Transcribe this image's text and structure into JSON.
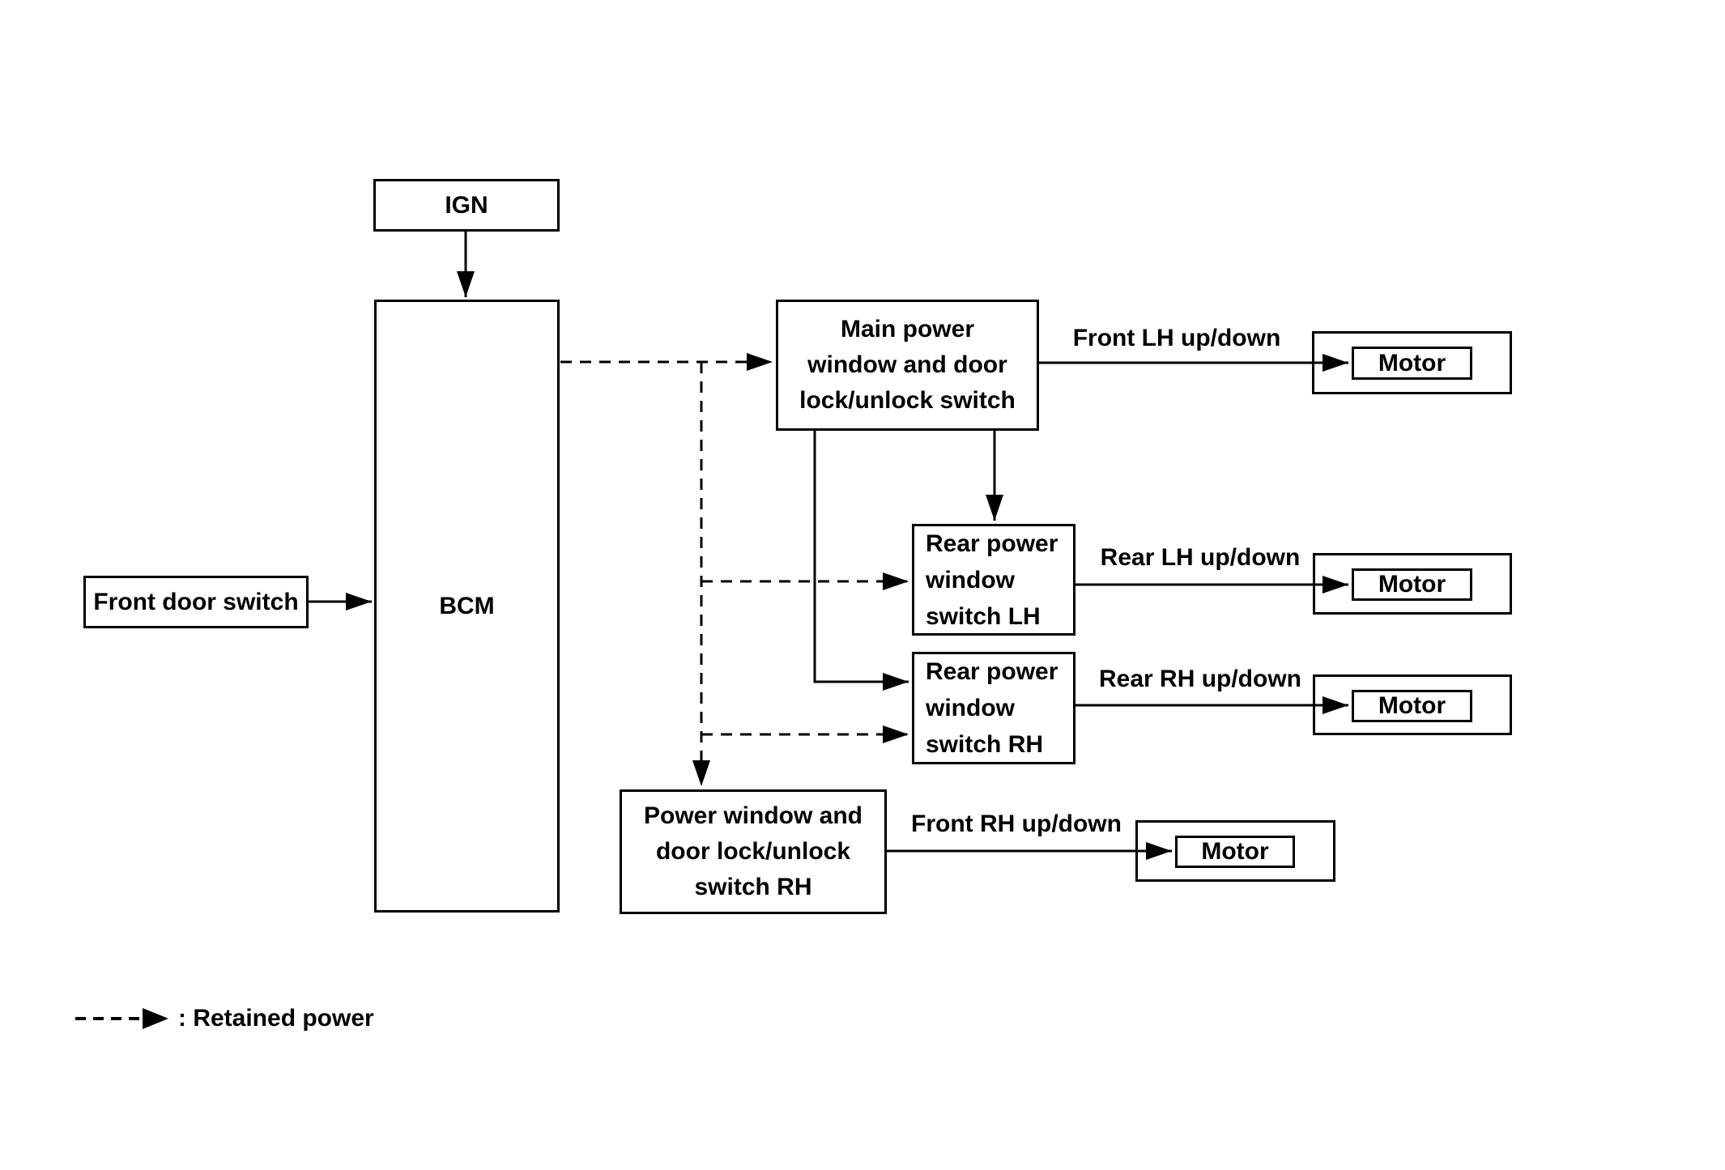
{
  "diagram": {
    "nodes": {
      "ign": {
        "label": "IGN"
      },
      "front_door_switch": {
        "label": "Front door switch"
      },
      "bcm": {
        "label": "BCM"
      },
      "main_switch": {
        "label": "Main power window and door lock/unlock switch",
        "lines": [
          "Main power",
          "window and door",
          "lock/unlock switch"
        ]
      },
      "rear_switch_lh": {
        "label": "Rear power window switch LH",
        "lines": [
          "Rear power",
          "window",
          "switch LH"
        ]
      },
      "rear_switch_rh": {
        "label": "Rear power window switch RH",
        "lines": [
          "Rear power",
          "window",
          "switch RH"
        ]
      },
      "front_switch_rh": {
        "label": "Power window and door lock/unlock switch RH",
        "lines": [
          "Power window and",
          "door lock/unlock",
          "switch RH"
        ]
      }
    },
    "motors": [
      {
        "label": "Motor"
      },
      {
        "label": "Motor"
      },
      {
        "label": "Motor"
      },
      {
        "label": "Motor"
      }
    ],
    "edge_labels": {
      "front_lh": "Front LH up/down",
      "rear_lh": "Rear LH up/down",
      "rear_rh": "Rear RH up/down",
      "front_rh": "Front RH up/down"
    },
    "legend": {
      "label": ": Retained power"
    },
    "colors": {
      "line": "#000000",
      "background": "#ffffff"
    }
  }
}
